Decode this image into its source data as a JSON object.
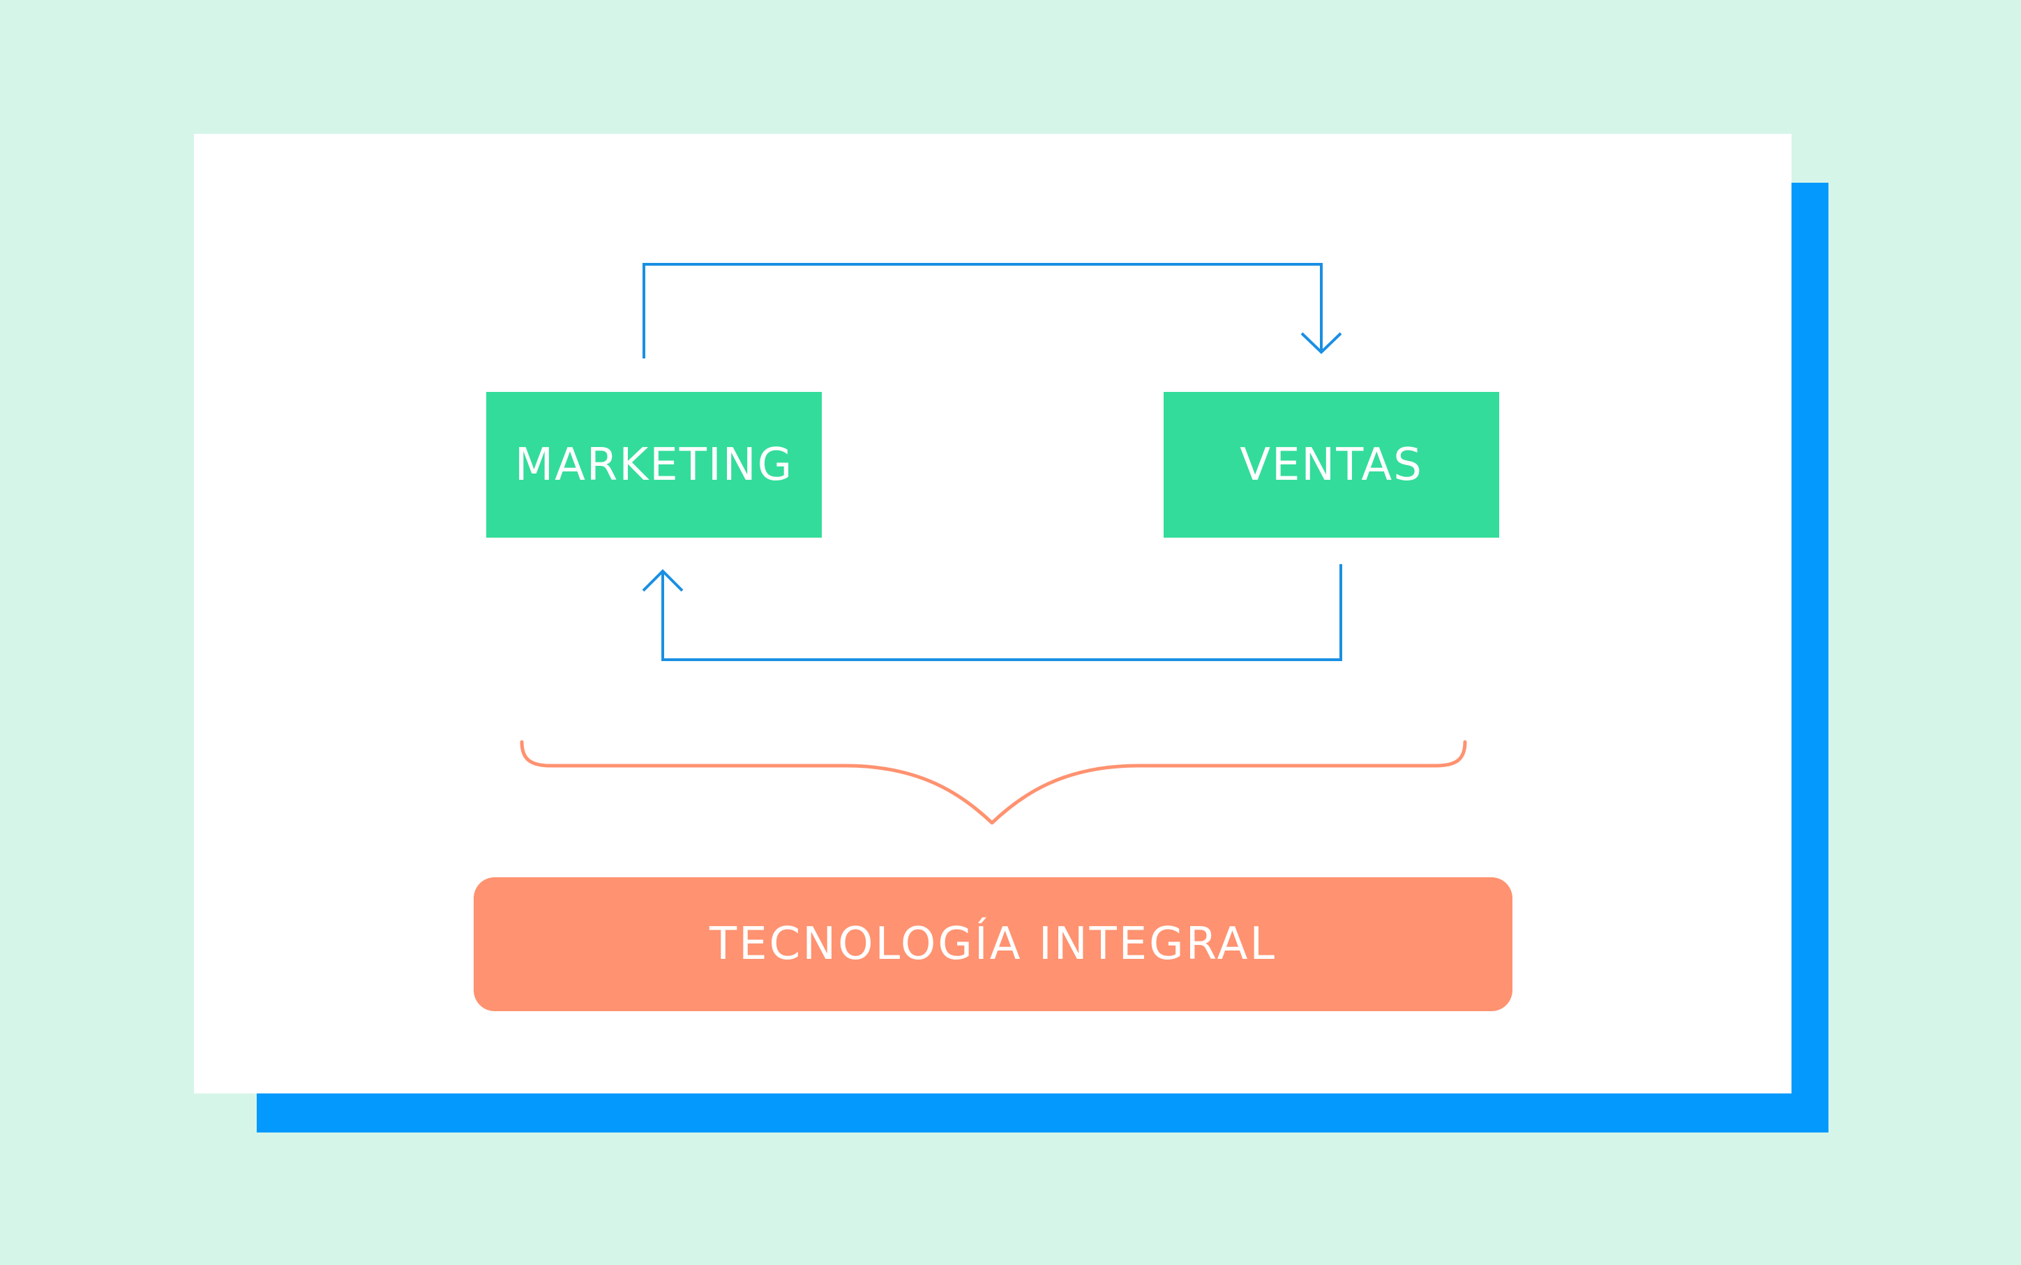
{
  "diagram": {
    "nodes": {
      "marketing": "MARKETING",
      "ventas": "VENTAS",
      "foundation": "TECNOLOGÍA INTEGRAL"
    },
    "colors": {
      "background": "#d6f5e9",
      "card": "#ffffff",
      "card_shadow": "#0399fd",
      "node_fill": "#33dc9a",
      "foundation_fill": "#ff9270",
      "arrow_stroke": "#1a8fe3",
      "brace_stroke": "#ff9270"
    },
    "edges": [
      {
        "from": "marketing",
        "to": "ventas",
        "route": "top"
      },
      {
        "from": "ventas",
        "to": "marketing",
        "route": "bottom"
      }
    ],
    "brace": {
      "groups": [
        "marketing",
        "ventas"
      ],
      "points_to": "foundation"
    }
  }
}
